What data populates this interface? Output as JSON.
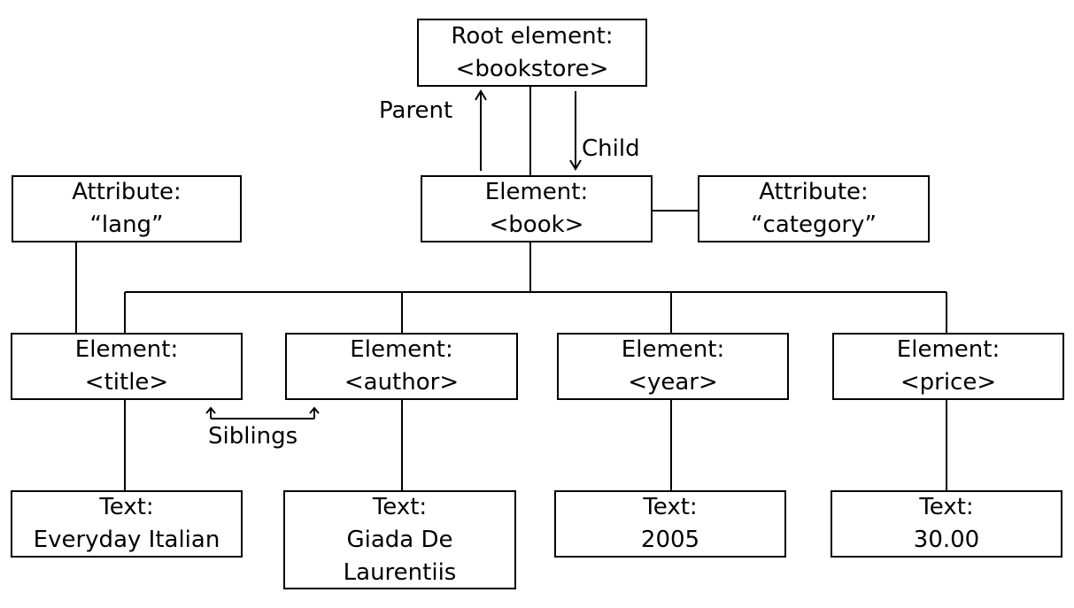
{
  "nodes": {
    "root": {
      "line1": "Root element:",
      "line2": "<bookstore>"
    },
    "book": {
      "line1": "Element:",
      "line2": "<book>"
    },
    "attr_lang": {
      "line1": "Attribute:",
      "line2": "“lang”"
    },
    "attr_category": {
      "line1": "Attribute:",
      "line2": "“category”"
    },
    "title": {
      "line1": "Element:",
      "line2": "<title>"
    },
    "author": {
      "line1": "Element:",
      "line2": "<author>"
    },
    "year": {
      "line1": "Element:",
      "line2": "<year>"
    },
    "price": {
      "line1": "Element:",
      "line2": "<price>"
    },
    "text_title": {
      "line1": "Text:",
      "line2": "Everyday Italian"
    },
    "text_author": {
      "line1": "Text:",
      "line2": "Giada De",
      "line3": "Laurentiis"
    },
    "text_year": {
      "line1": "Text:",
      "line2": "2005"
    },
    "text_price": {
      "line1": "Text:",
      "line2": "30.00"
    }
  },
  "relations": {
    "parent": "Parent",
    "child": "Child",
    "siblings": "Siblings"
  },
  "colors": {
    "line": "#000000",
    "box_border": "#000000",
    "background": "#ffffff"
  }
}
